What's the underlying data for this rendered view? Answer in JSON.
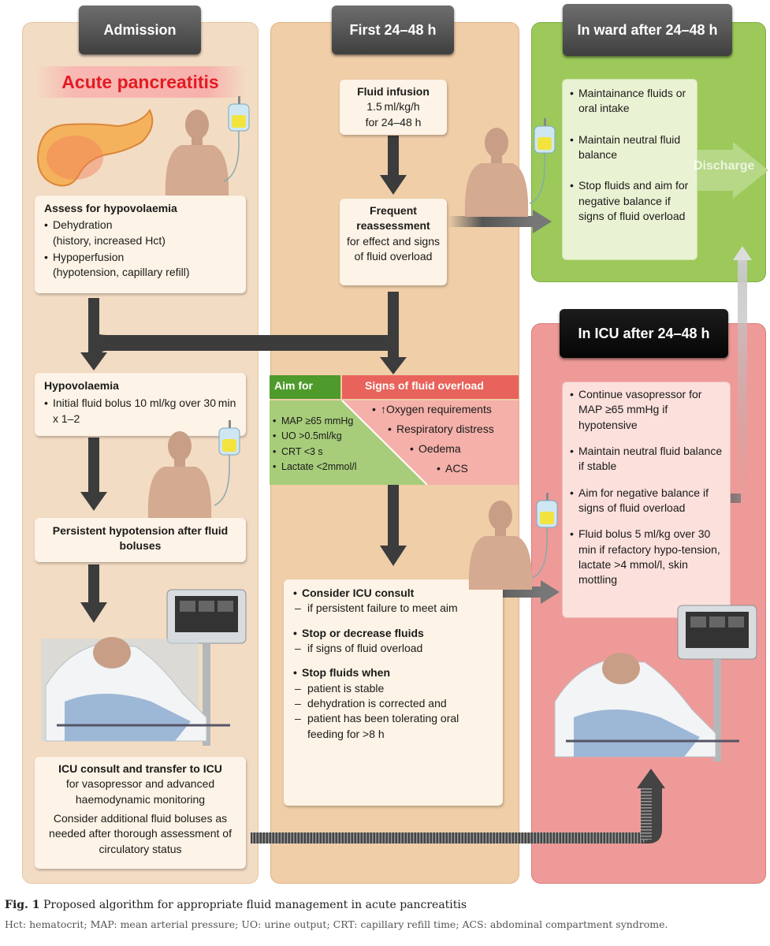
{
  "headers": {
    "admission": "Admission",
    "first": "First 24–48 h",
    "ward": "In ward after 24–48 h",
    "icu": "In ICU after 24–48 h"
  },
  "admission": {
    "title": "Acute pancreatitis",
    "assess": {
      "title": "Assess for hypovolaemia",
      "items": [
        {
          "main": "Dehydration",
          "sub": "(history, increased Hct)"
        },
        {
          "main": "Hypoperfusion",
          "sub": "(hypotension, capillary refill)"
        }
      ]
    },
    "hypovolaemia": {
      "title": "Hypovolaemia",
      "item": "Initial fluid bolus 10 ml/kg over 30 min x 1–2"
    },
    "persistent": "Persistent hypotension after fluid boluses",
    "icu_consult": {
      "title": "ICU consult and transfer to ICU",
      "line1": "for vasopressor and advanced haemodynamic monitoring",
      "line2": "Consider additional fluid boluses as needed after thorough assessment of circulatory status"
    }
  },
  "first": {
    "infusion": {
      "title": "Fluid infusion",
      "line1": "1.5 ml/kg/h",
      "line2": "for 24–48 h"
    },
    "reassess": {
      "title1": "Frequent",
      "title2": "reassessment",
      "rest": "for effect and signs of fluid overload"
    },
    "aim_label": "Aim for",
    "aims": [
      "MAP ≥65 mmHg",
      "UO >0.5ml/kg",
      "CRT <3 s",
      "Lactate <2mmol/l"
    ],
    "signs_label": "Signs of fluid overload",
    "signs": [
      "↑Oxygen requirements",
      "Respiratory distress",
      "Oedema",
      "ACS"
    ],
    "consider": {
      "consider_title": "Consider ICU consult",
      "consider_sub": "if persistent failure to meet aim",
      "stop_title": "Stop or decrease fluids",
      "stop_sub": "if signs of fluid overload",
      "when_title": "Stop fluids when",
      "when_items": [
        "patient is stable",
        "dehydration is corrected and",
        "patient has been tolerating oral feeding for >8 h"
      ]
    }
  },
  "ward": {
    "items": [
      "Maintainance fluids or oral intake",
      "Maintain neutral fluid balance",
      "Stop fluids and aim for negative balance if signs of fluid overload"
    ],
    "discharge": "Discharge"
  },
  "icu": {
    "items": [
      "Continue vasopressor for MAP ≥65 mmHg if hypotensive",
      "Maintain neutral fluid balance if stable",
      "Aim for negative balance if signs of fluid overload",
      "Fluid bolus 5 ml/kg over 30 min if refactory hypo-tension, lactate >4 mmol/l, skin mottling"
    ]
  },
  "caption": {
    "label": "Fig. 1",
    "title": "Proposed algorithm for appropriate fluid management in acute pancreatitis",
    "abbrev": "Hct: hematocrit; MAP: mean arterial pressure; UO: urine output; CRT: capillary refill time; ACS: abdominal compartment syndrome."
  },
  "colors": {
    "admission_bg": "#f3dcc4",
    "first_bg": "#efcea8",
    "ward_bg": "#9cc95a",
    "icu_bg": "#ee9a98",
    "aim_green": "#4e9a2b",
    "overload_red": "#e8635b",
    "title_red": "#e31b23"
  },
  "icons": [
    "pancreas-icon",
    "patient-torso-icon",
    "iv-bag-icon",
    "hospital-bed-patient-icon",
    "monitor-icon",
    "arrow-icon"
  ]
}
